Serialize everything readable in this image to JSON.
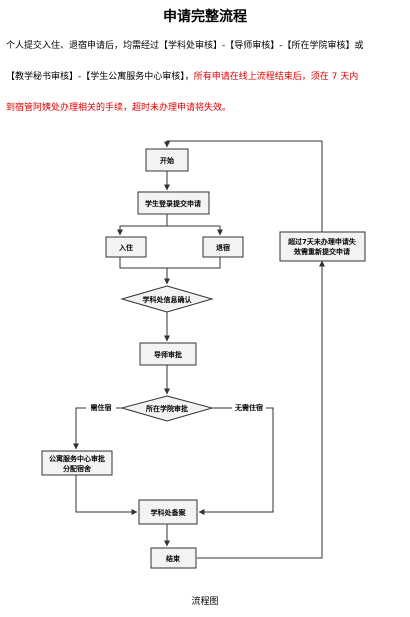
{
  "page": {
    "title": "申请完整流程",
    "intro_line1": "个人提交入住、退宿申请后，均需经过【学科处审核】-【导师审核】-【所在学院审核】或",
    "intro_line2_black": "【教学秘书审核】-【学生公寓服务中心审核】，",
    "intro_line2_red": "所有申请在线上流程结束后，须在 7 天内",
    "intro_line3_red": "到宿管阿姨处办理相关的手续，超时未办理申请将失效。",
    "caption": "流程图"
  },
  "diagram": {
    "nodes": {
      "start": "开始",
      "submit": "学生登录提交申请",
      "checkin": "入住",
      "checkout": "退宿",
      "confirm": "学科处信息确认",
      "advisor": "导师审批",
      "college": "所在学院审批",
      "apartment_line1": "公寓服务中心审批",
      "apartment_line2": "分配宿舍",
      "record": "学科处备案",
      "end": "结束",
      "expire_line1": "超过7天未办理申请失",
      "expire_line2": "效需重新提交申请"
    },
    "edge_labels": {
      "need_housing": "需住宿",
      "no_housing": "无需住宿"
    },
    "colors": {
      "box_fill": "#f3f3f3",
      "stroke": "#333333"
    }
  }
}
